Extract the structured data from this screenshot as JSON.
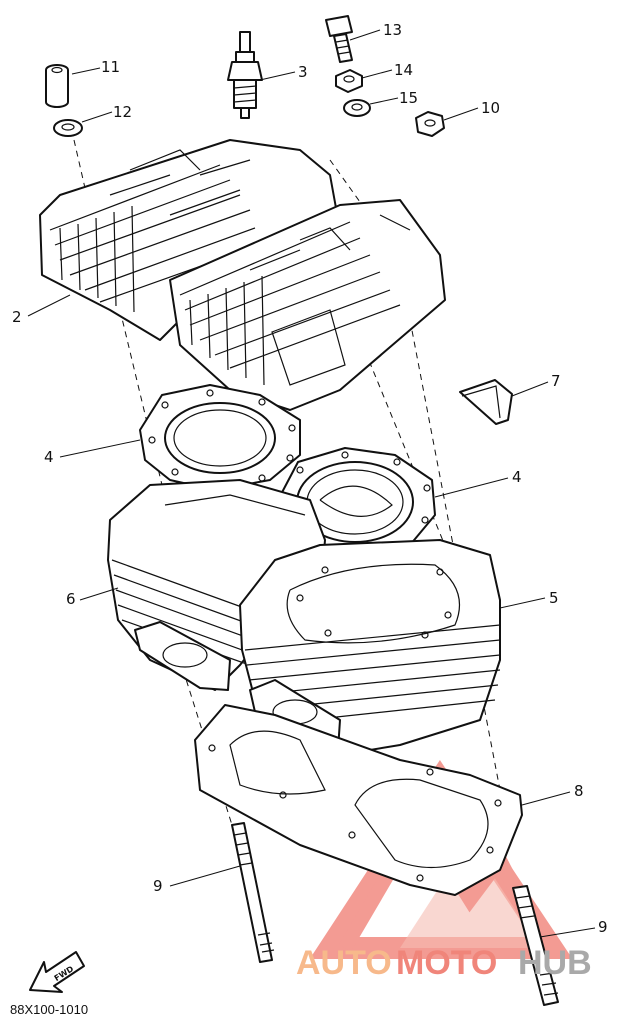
{
  "diagram_code": "88X100-1010",
  "fwd_label": "FWD",
  "watermark": {
    "part1": "AUTO",
    "part2": "MOTO",
    "part3": "HUB",
    "colors": {
      "orange": "#f7b98b",
      "red": "#f0857a",
      "gray": "#a9a9a9"
    }
  },
  "callouts": {
    "c1": "11",
    "c2": "12",
    "c3": "3",
    "c4": "13",
    "c5": "14",
    "c6": "15",
    "c7": "10",
    "c8": "2",
    "c9": "7",
    "c10": "4",
    "c11": "4",
    "c12": "6",
    "c13": "5",
    "c14": "8",
    "c15": "9",
    "c16": "9"
  }
}
